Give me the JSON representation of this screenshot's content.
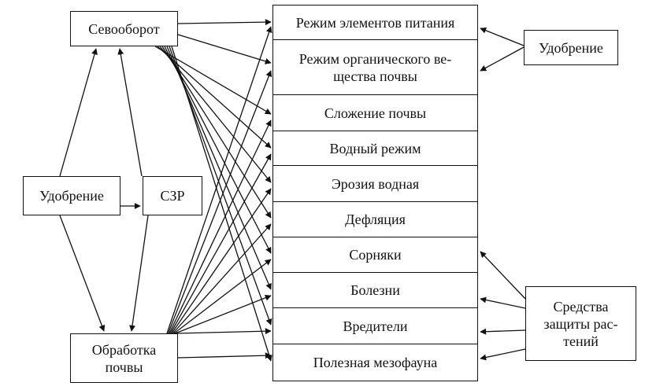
{
  "boxes": {
    "sevooborot": "Севооборот",
    "udobrenie_left": "Удобрение",
    "szr": "СЗР",
    "obrabotka": "Обработка почвы",
    "udobrenie_right": "Удобрение",
    "sredstva": "Средства защиты рас-тений"
  },
  "outcomes": [
    "Режим элементов питания",
    "Режим органического ве-щества почвы",
    "Сложение почвы",
    "Водный режим",
    "Эрозия водная",
    "Дефляция",
    "Сорняки",
    "Болезни",
    "Вредители",
    "Полезная мезофауна"
  ]
}
